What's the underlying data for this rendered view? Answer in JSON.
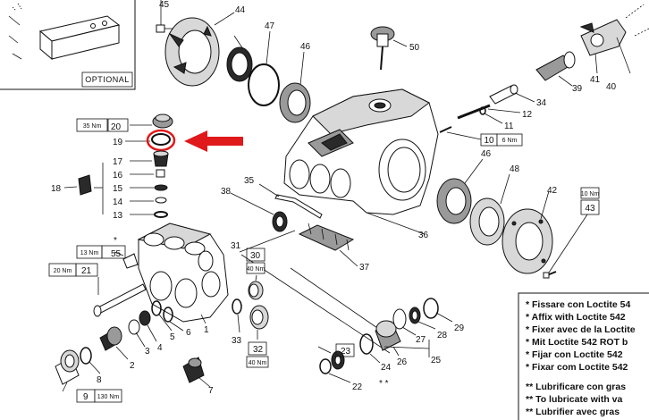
{
  "optional_label": "OPTIONAL",
  "callouts": {
    "c1": "1",
    "c2": "2",
    "c3": "3",
    "c4": "4",
    "c5": "5",
    "c6": "6",
    "c7": "7",
    "c8": "8",
    "c9": "9",
    "c11": "11",
    "c12": "12",
    "c13": "13",
    "c14": "14",
    "c15": "15",
    "c16": "16",
    "c17": "17",
    "c18": "18",
    "c19": "19",
    "c20": "20",
    "c21": "21",
    "c22": "22",
    "c23": "23",
    "c24": "24",
    "c25": "25",
    "c26": "26",
    "c27": "27",
    "c28": "28",
    "c29": "29",
    "c30": "30",
    "c31": "31",
    "c32": "32",
    "c33": "33",
    "c34": "34",
    "c35": "35",
    "c36": "36",
    "c37": "37",
    "c38": "38",
    "c39": "39",
    "c40": "40",
    "c41": "41",
    "c42": "42",
    "c43": "43",
    "c44": "44",
    "c45": "45",
    "c46a": "46",
    "c46b": "46",
    "c47": "47",
    "c48": "48",
    "c50": "50",
    "c10": "10",
    "c55": "55"
  },
  "torques": {
    "t20": "35 Nm",
    "t10": "6 Nm",
    "t55": "13 Nm",
    "t21": "20 Nm",
    "t30": "40 Nm",
    "t32": "40 Nm",
    "t9": "130 Nm",
    "t43": "10 Nm"
  },
  "marks": {
    "star55": "*",
    "star22": "* *"
  },
  "notes": [
    "* Fissare con Loctite 54",
    "* Affix with Loctite 542",
    "* Fixer avec de la Loctite",
    "* Mit Loctite 542 ROT b",
    "* Fijar con Loctite 542",
    "* Fixar com Loctite 542",
    "** Lubrificare con gras",
    "** To lubricate with va",
    "** Lubrifier avec gras"
  ],
  "colors": {
    "highlight_red": "#e0191b"
  }
}
